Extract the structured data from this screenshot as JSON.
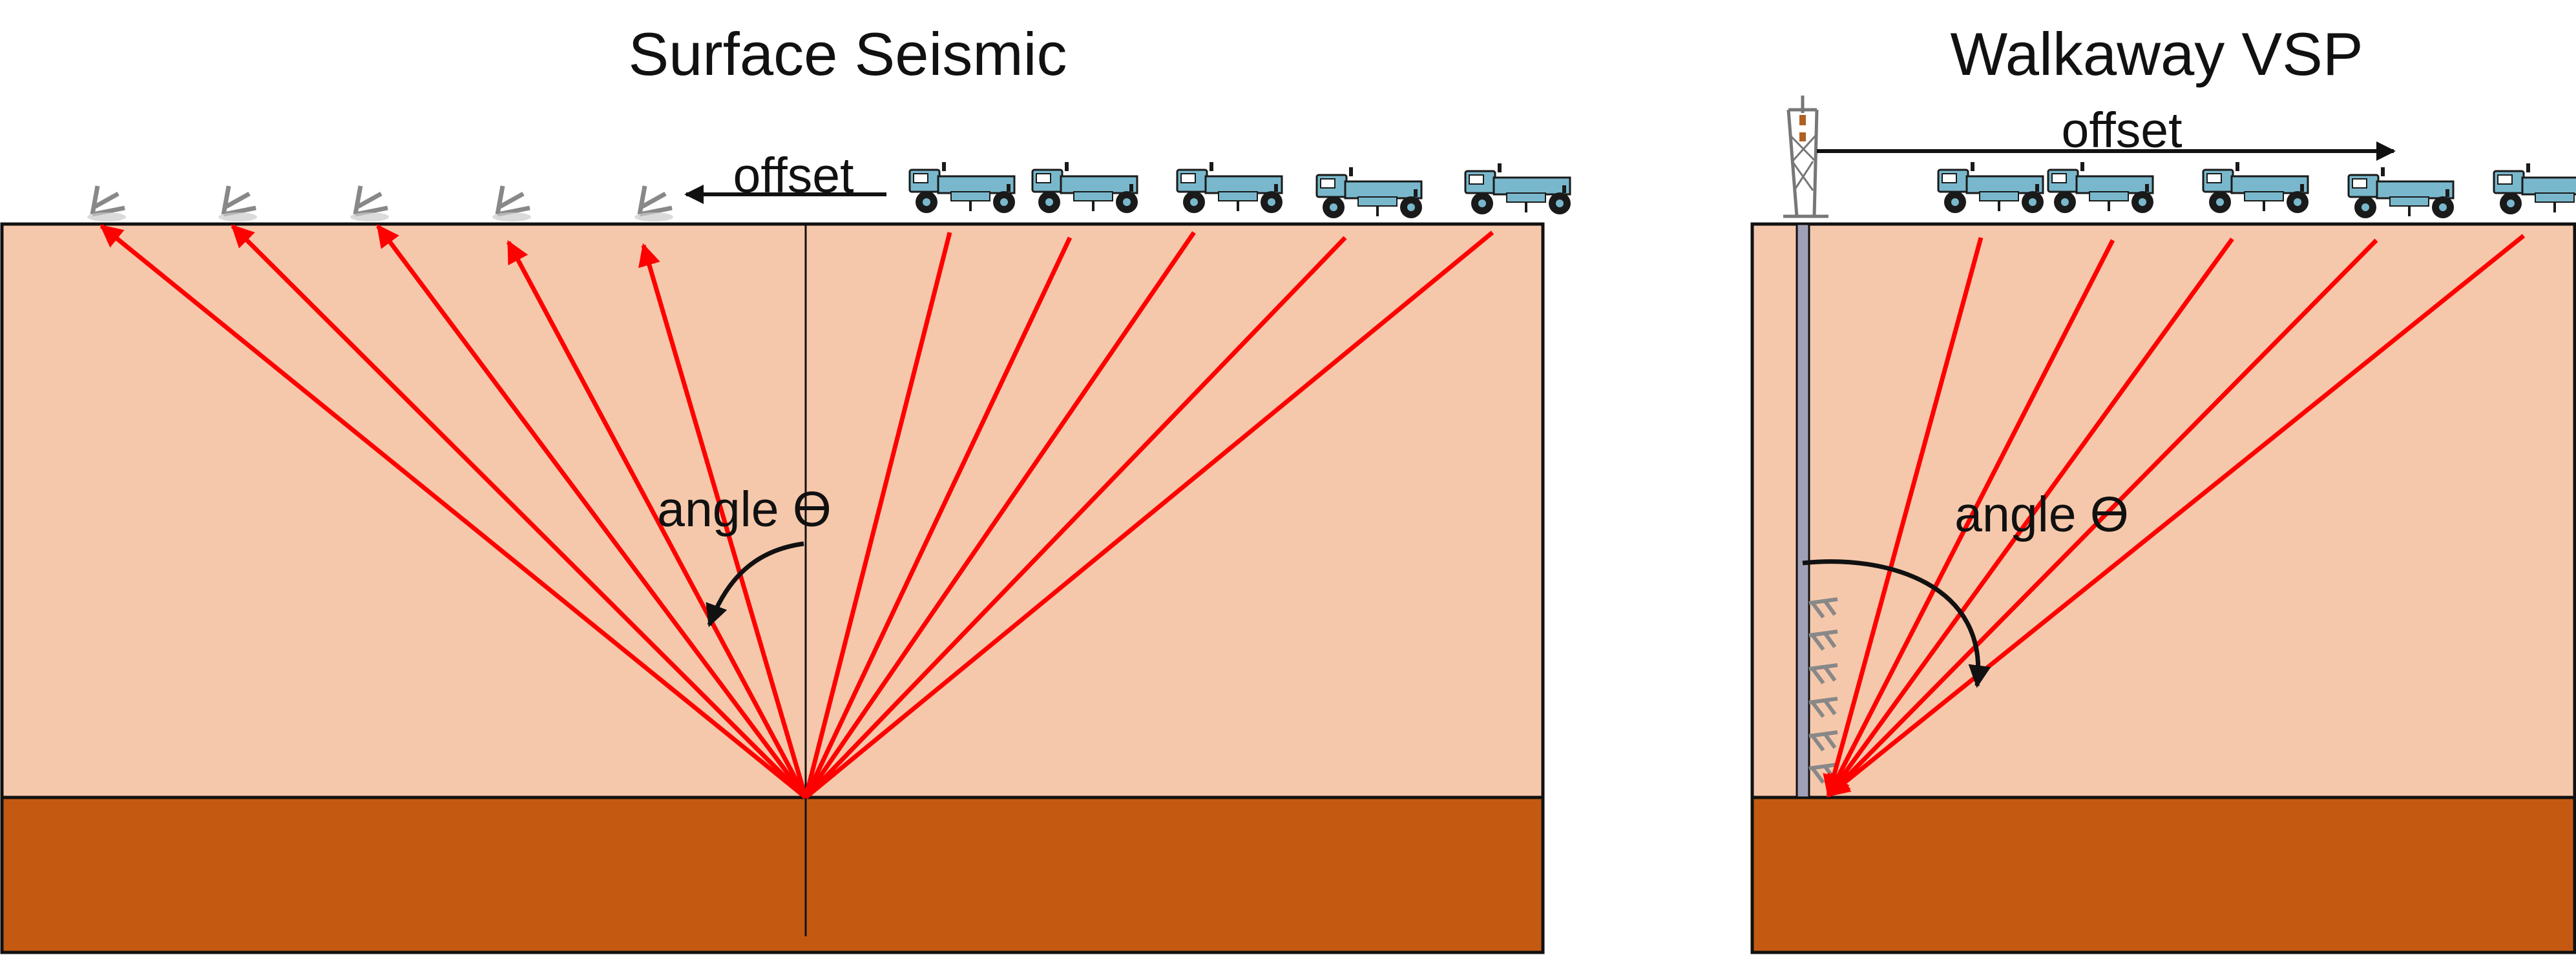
{
  "colors": {
    "overburden": "#f6c8ab",
    "reflector_layer": "#c45a12",
    "ray": "#ff0000",
    "outline": "#111111",
    "vehicle": "#79b8cc",
    "receiver": "#888888",
    "borehole": "#9fa0b8"
  },
  "icons": {
    "source": "vibroseis-truck-icon",
    "surface_receiver": "geophone-icon",
    "borehole_receiver": "borehole-geophone-icon",
    "rig": "drilling-derrick-icon"
  },
  "surface_seismic": {
    "title": "Surface Seismic",
    "offset_label": "offset",
    "angle_label": "angle ϴ",
    "source_count": 5,
    "receiver_count": 5,
    "ray_count": 10
  },
  "walkaway_vsp": {
    "title": "Walkaway VSP",
    "offset_label": "offset",
    "angle_label": "angle ϴ",
    "source_count": 5,
    "borehole_receiver_count": 6,
    "ray_count": 5
  }
}
